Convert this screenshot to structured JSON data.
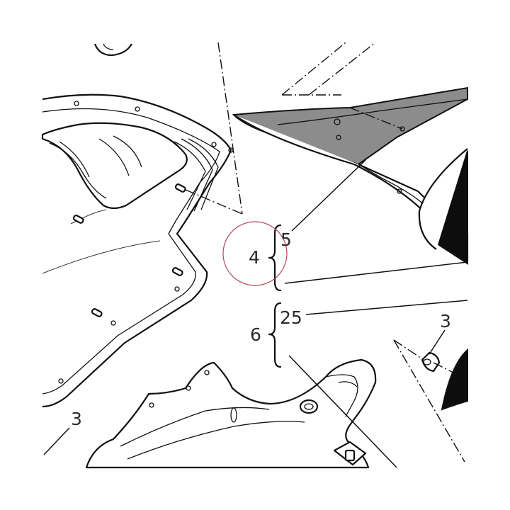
{
  "callouts": {
    "group_upper": "4",
    "group_upper_item": "5",
    "group_lower": "6",
    "group_lower_item": "25",
    "fastener_right": "3",
    "fastener_left": "3"
  },
  "colors": {
    "line": "#111111",
    "shaded_part": "#8c8c8c",
    "dark_panel": "#0d0d0d",
    "highlight_circle": "#b5485a"
  }
}
